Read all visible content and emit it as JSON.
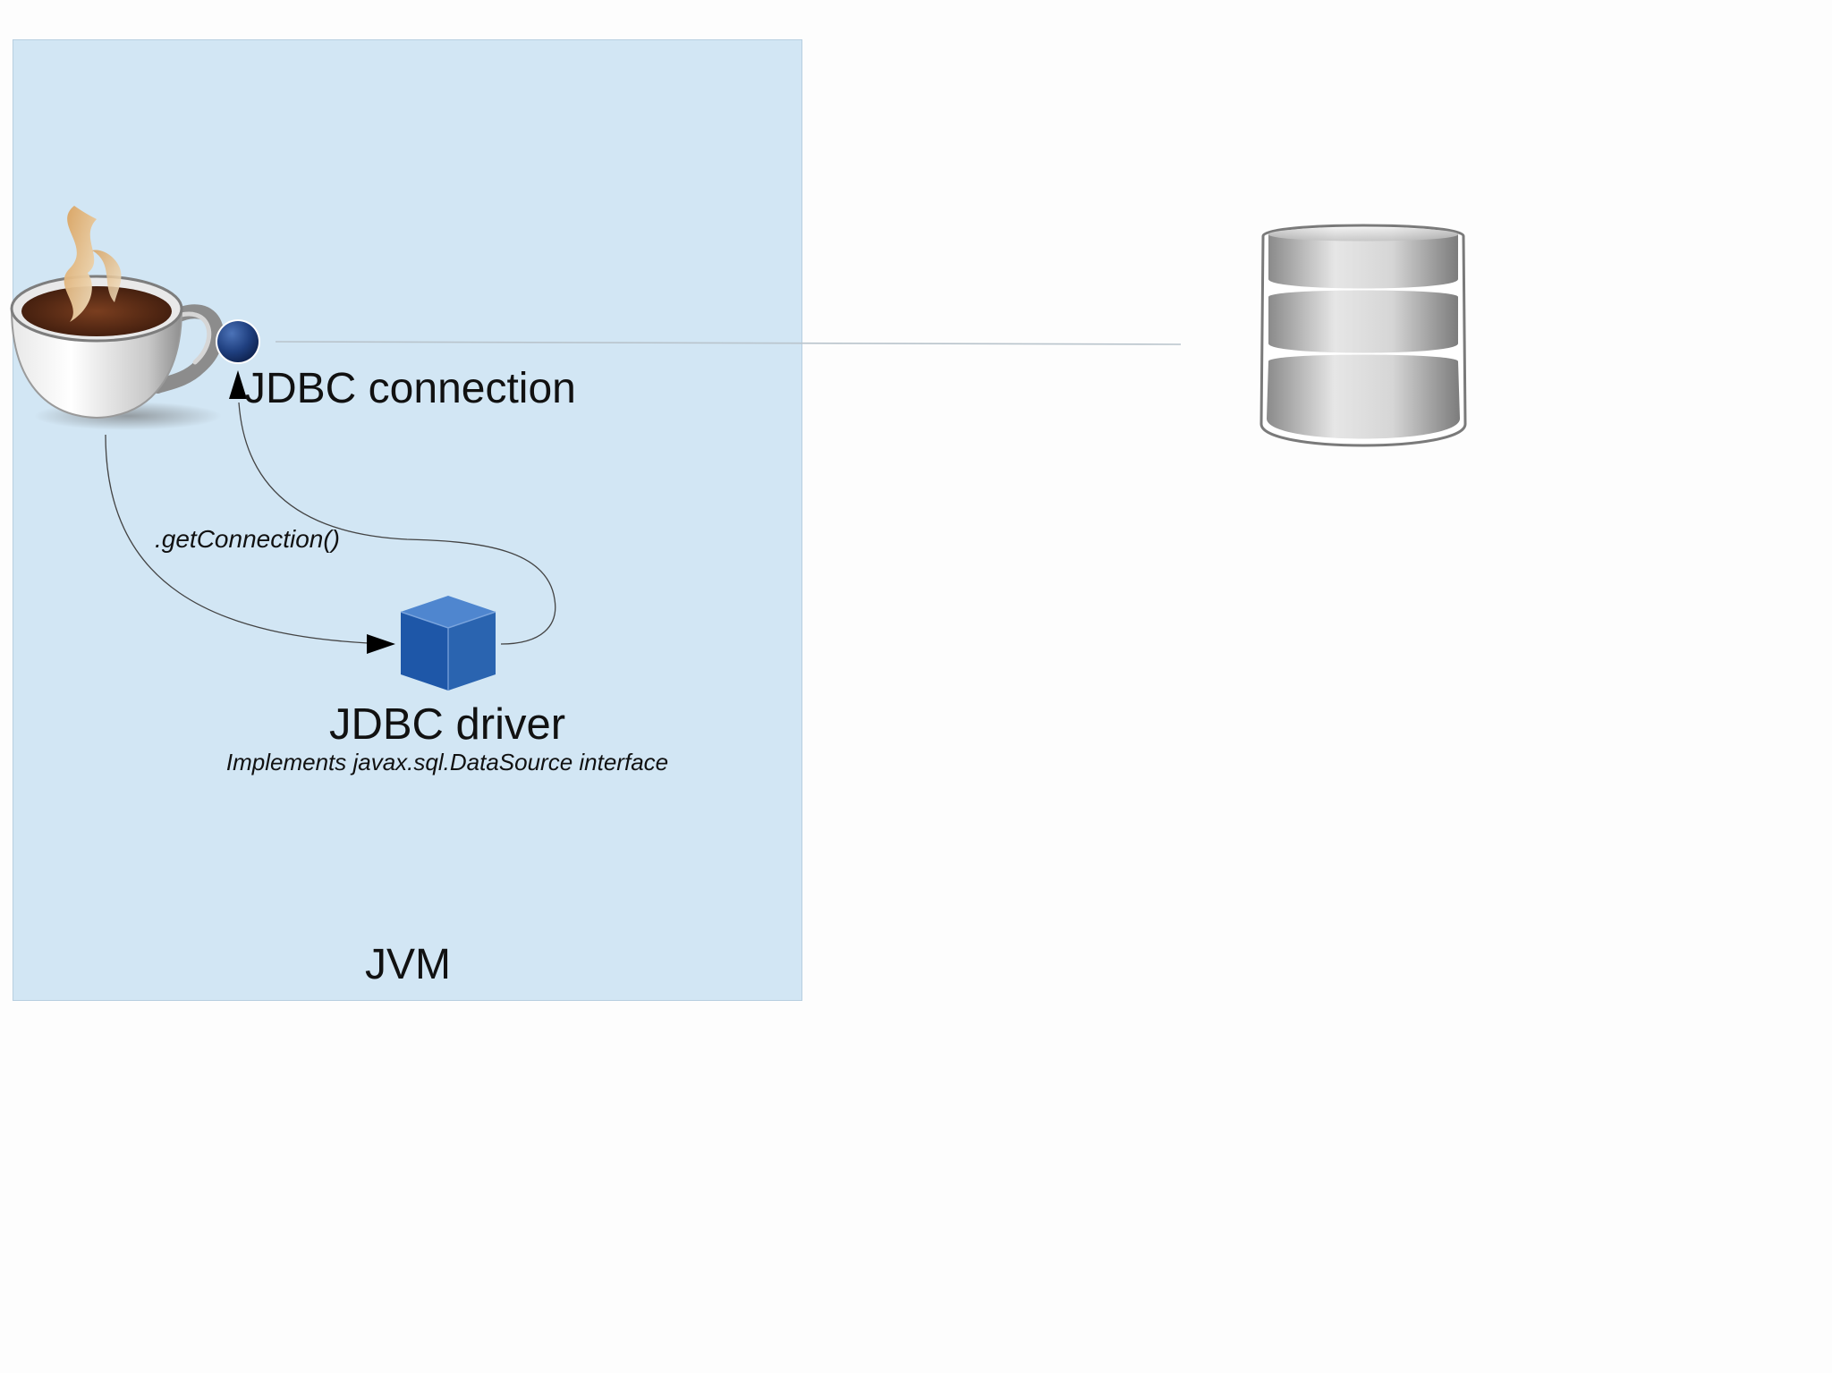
{
  "diagram": {
    "jvm_container": {
      "label": "JVM",
      "fill": "#d2e6f4"
    },
    "java_app": {
      "icon": "java-coffee-cup-icon"
    },
    "connection": {
      "label": "JDBC connection",
      "endpoint_color": "#1f3f7f"
    },
    "call": {
      "label": ".getConnection()"
    },
    "driver": {
      "label": "JDBC driver",
      "subtitle": "Implements javax.sql.DataSource interface",
      "icon": "blue-cube-icon",
      "color": "#2a64b0"
    },
    "database": {
      "icon": "database-cylinder-icon",
      "color": "#bdbdbd"
    }
  }
}
